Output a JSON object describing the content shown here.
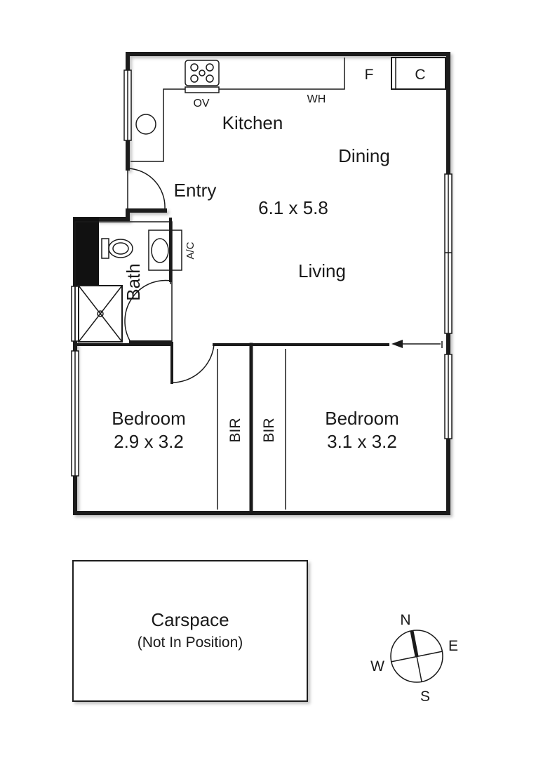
{
  "rooms": {
    "kitchen": "Kitchen",
    "dining": "Dining",
    "entry": "Entry",
    "living_dims": "6.1 x 5.8",
    "living": "Living",
    "bath": "Bath",
    "bedroom1": "Bedroom",
    "bedroom1_dims": "2.9 x 3.2",
    "bedroom2": "Bedroom",
    "bedroom2_dims": "3.1 x 3.2",
    "bir1": "BIR",
    "bir2": "BIR"
  },
  "fixtures": {
    "oven": "OV",
    "water_heater": "WH",
    "fridge": "F",
    "cupboard": "C",
    "air_conditioner": "A/C"
  },
  "carspace": {
    "title": "Carspace",
    "note": "(Not In Position)"
  },
  "compass": {
    "north": "N",
    "east": "E",
    "south": "S",
    "west": "W"
  },
  "icons": [
    "cooktop-icon",
    "sink-icon",
    "toilet-icon",
    "basin-icon",
    "shower-icon",
    "compass-icon",
    "arrow-icon"
  ]
}
